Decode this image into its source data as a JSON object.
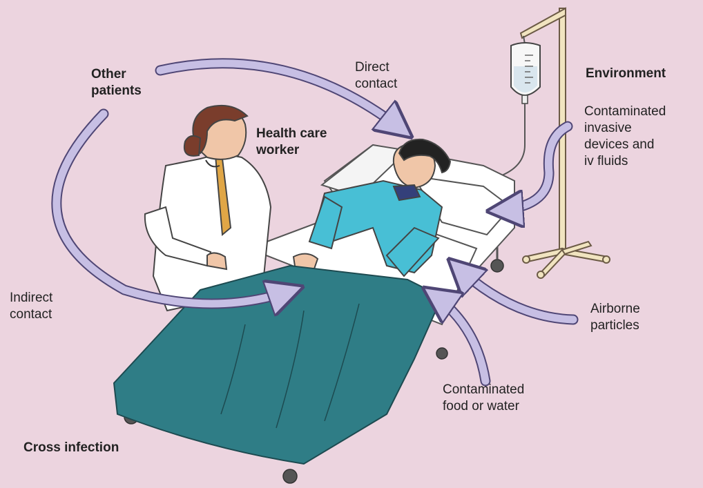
{
  "labels": {
    "other_patients": "Other\npatients",
    "direct_contact": "Direct\ncontact",
    "environment": "Environment",
    "contaminated_devices": "Contaminated\ninvasive\ndevices and\niv fluids",
    "health_care_worker": "Health care\nworker",
    "indirect_contact": "Indirect\ncontact",
    "airborne_particles": "Airborne\nparticles",
    "contaminated_food": "Contaminated\nfood or water",
    "cross_infection": "Cross infection"
  },
  "colors": {
    "background": "#ecd4df",
    "arrow_fill": "#c7bfe4",
    "arrow_stroke": "#4f4675",
    "blanket": "#2f7d86",
    "patient_shirt": "#48bfd5",
    "sheet": "#ffffff",
    "stand": "#f1e4c0"
  }
}
